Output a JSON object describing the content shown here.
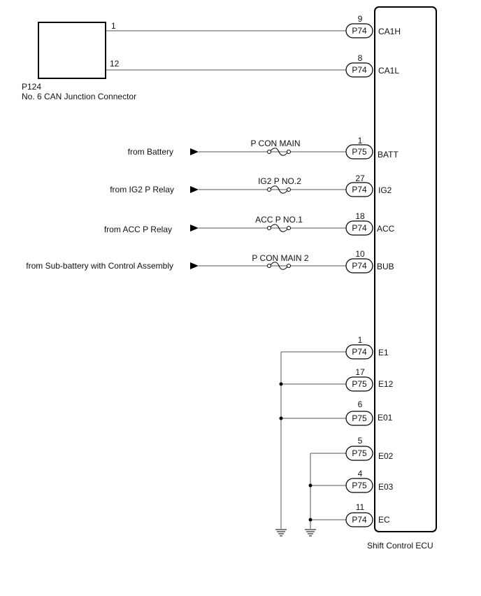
{
  "junction": {
    "code": "P124",
    "name": "No. 6 CAN Junction Connector",
    "pins": [
      "1",
      "12"
    ]
  },
  "ecu": {
    "name": "Shift Control ECU"
  },
  "can_lines": [
    {
      "pin": "9",
      "connector": "P74",
      "terminal": "CA1H"
    },
    {
      "pin": "8",
      "connector": "P74",
      "terminal": "CA1L"
    }
  ],
  "power_lines": [
    {
      "source": "from Battery",
      "fuse": "P CON MAIN",
      "pin": "1",
      "connector": "P75",
      "terminal": "BATT"
    },
    {
      "source": "from IG2 P Relay",
      "fuse": "IG2 P NO.2",
      "pin": "27",
      "connector": "P74",
      "terminal": "IG2"
    },
    {
      "source": "from ACC P Relay",
      "fuse": "ACC P NO.1",
      "pin": "18",
      "connector": "P74",
      "terminal": "ACC"
    },
    {
      "source": "from Sub-battery with Control Assembly",
      "fuse": "P CON MAIN 2",
      "pin": "10",
      "connector": "P74",
      "terminal": "BUB"
    }
  ],
  "ground_lines": [
    {
      "pin": "1",
      "connector": "P74",
      "terminal": "E1"
    },
    {
      "pin": "17",
      "connector": "P75",
      "terminal": "E12"
    },
    {
      "pin": "6",
      "connector": "P75",
      "terminal": "E01"
    },
    {
      "pin": "5",
      "connector": "P75",
      "terminal": "E02"
    },
    {
      "pin": "4",
      "connector": "P75",
      "terminal": "E03"
    },
    {
      "pin": "11",
      "connector": "P74",
      "terminal": "EC"
    }
  ]
}
